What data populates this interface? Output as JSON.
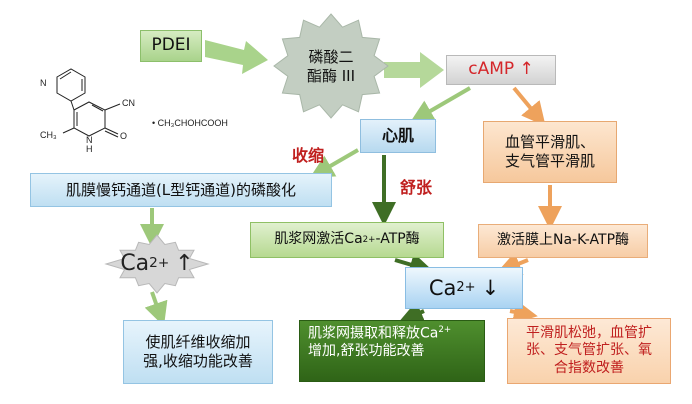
{
  "nodes": {
    "pdei": "PDEI",
    "pde_line1": "磷酸二",
    "pde_line2": "酯酶 III",
    "camp": "cAMP ↑",
    "xinji": "心肌",
    "smooth_line1": "血管平滑肌、",
    "smooth_line2": "支气管平滑肌",
    "membrane": "肌膜慢钙通道(L型钙通道)的磷酸化",
    "sr_act_pre": "肌浆网激活Ca",
    "sr_act_sup": "2+",
    "sr_act_post": "-ATP酶",
    "nak": "激活膜上Na-K-ATP酶",
    "ca_up_pre": "Ca",
    "ca_up_sup": "2+",
    "ca_up_arrow": "↑",
    "ca_down_pre": "Ca",
    "ca_down_sup": "2+",
    "ca_down_arrow": "↓",
    "enhance_line1": "使肌纤维收缩加",
    "enhance_line2": "强,收缩功能改善",
    "sr_rel_pre": "肌浆网摄取和释放Ca",
    "sr_rel_sup": "2+",
    "sr_rel_line2": "增加,舒张功能改善",
    "relax_line1": "平滑肌松弛，血管扩",
    "relax_line2": "张、支气管扩张、氧",
    "relax_line3": "合指数改善"
  },
  "labels": {
    "contract": "收缩",
    "relax": "舒张"
  },
  "chem": {
    "cn": "CN",
    "o": "O",
    "nh": "N",
    "h": "H",
    "ch3": "CH₃",
    "n_ring": "N",
    "salt": "• CH₃CHOHCOOH"
  },
  "colors": {
    "green_arrow": "#9dc87a",
    "orange_arrow": "#eea25c",
    "dark_green_arrow": "#3f6e25",
    "red_text": "#c0201f"
  }
}
